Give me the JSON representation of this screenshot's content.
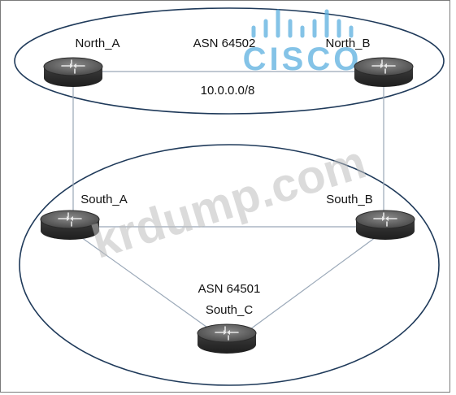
{
  "diagram": {
    "as_top": {
      "label": "ASN 64502",
      "network": "10.0.0.0/8"
    },
    "as_bottom": {
      "label": "ASN 64501"
    },
    "routers": {
      "north_a": "North_A",
      "north_b": "North_B",
      "south_a": "South_A",
      "south_b": "South_B",
      "south_c": "South_C"
    }
  },
  "watermarks": {
    "logo_text": "CISCO",
    "site_text": "krdump.com"
  },
  "colors": {
    "line": "#9aa8b8",
    "ellipse": "#1f3a5a",
    "router_top": "#6e6e6e",
    "router_body": "#3a3a3a",
    "logo": "#5bb0e0",
    "watermark": "#c8c8c8"
  }
}
